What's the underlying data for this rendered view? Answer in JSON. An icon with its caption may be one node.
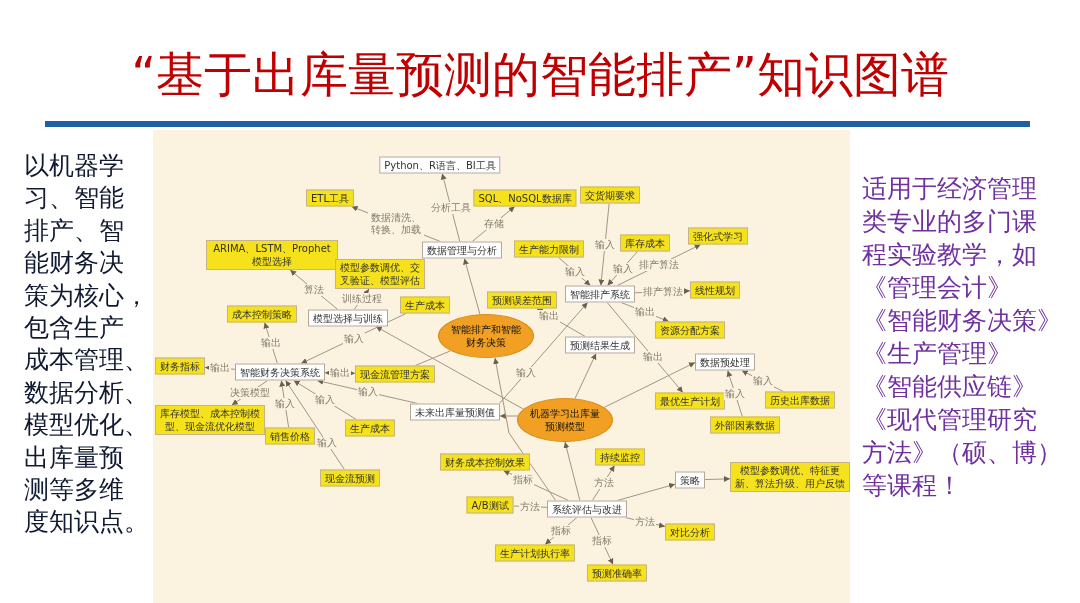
{
  "diagram": {
    "title": "“基于出库量预测的智能排产”知识图谱",
    "nodes": [
      {
        "text": [
          "智能排产和智能财务决策"
        ]
      },
      {
        "text": [
          "机器学习出库量预测模型"
        ]
      },
      {
        "text": [
          "Python、R语言、BI工具"
        ]
      },
      {
        "text": [
          "数据管理与分析"
        ]
      },
      {
        "text": [
          "SQL、NoSQL数据库"
        ]
      },
      {
        "text": [
          "ETL工具"
        ]
      },
      {
        "text": [
          "ARIMA、LSTM、Prophet模型选择"
        ]
      },
      {
        "text": [
          "模型参数调优、交叉验证、模型评估"
        ]
      },
      {
        "text": [
          "模型选择与训练"
        ]
      },
      {
        "text": [
          "成本控制策略"
        ]
      },
      {
        "text": [
          "生产成本"
        ]
      },
      {
        "text": [
          "智能财务决策系统"
        ]
      },
      {
        "text": [
          "财务指标"
        ]
      },
      {
        "text": [
          "现金流管理方案"
        ]
      },
      {
        "text": [
          "库存模型、成本控制模型、现金流优化模型"
        ]
      },
      {
        "text": [
          "销售价格"
        ]
      },
      {
        "text": [
          "生产成本"
        ]
      },
      {
        "text": [
          "现金流预测"
        ]
      },
      {
        "text": [
          "未来出库量预测值"
        ]
      },
      {
        "text": [
          "预测结果生成"
        ]
      },
      {
        "text": [
          "预测误差范围"
        ]
      },
      {
        "text": [
          "智能排产系统"
        ]
      },
      {
        "text": [
          "交货期要求"
        ]
      },
      {
        "text": [
          "生产能力限制"
        ]
      },
      {
        "text": [
          "库存成本"
        ]
      },
      {
        "text": [
          "强化式学习"
        ]
      },
      {
        "text": [
          "线性规划"
        ]
      },
      {
        "text": [
          "资源分配方案"
        ]
      },
      {
        "text": [
          "最优生产计划"
        ]
      },
      {
        "text": [
          "数据预处理"
        ]
      },
      {
        "text": [
          "历史出库数据"
        ]
      },
      {
        "text": [
          "外部因素数据"
        ]
      },
      {
        "text": [
          "财务成本控制效果"
        ]
      },
      {
        "text": [
          "持续监控"
        ]
      },
      {
        "text": [
          "策略"
        ]
      },
      {
        "text": [
          "模型参数调优、特征更新、算法升级、用户反馈"
        ]
      },
      {
        "text": [
          "系统评估与改进"
        ]
      },
      {
        "text": [
          "A/B测试"
        ]
      },
      {
        "text": [
          "对比分析"
        ]
      },
      {
        "text": [
          "生产计划执行率"
        ]
      },
      {
        "text": [
          "预测准确率"
        ]
      }
    ],
    "edges": [
      {
        "from": 3,
        "to": 2,
        "arrow": "to",
        "label": "分析工具"
      },
      {
        "from": 3,
        "to": 5,
        "arrow": "to",
        "label": "数据清洗、转换、加载"
      },
      {
        "from": 3,
        "to": 4,
        "arrow": "to",
        "label": "存储"
      },
      {
        "from": 0,
        "to": 3,
        "arrow": "to"
      },
      {
        "from": 8,
        "to": 6,
        "arrow": "to",
        "label": "算法"
      },
      {
        "from": 8,
        "to": 7,
        "arrow": "to",
        "label": "训练过程"
      },
      {
        "from": 1,
        "to": 8,
        "arrow": "to"
      },
      {
        "from": 11,
        "to": 9,
        "arrow": "to",
        "label": "输出"
      },
      {
        "from": 10,
        "to": 11,
        "arrow": "to",
        "label": "输入"
      },
      {
        "from": 11,
        "to": 12,
        "arrow": "to",
        "label": "输出"
      },
      {
        "from": 11,
        "to": 13,
        "arrow": "both",
        "label": "输出"
      },
      {
        "from": 0,
        "to": 13,
        "arrow": "none"
      },
      {
        "from": 11,
        "to": 14,
        "arrow": "to",
        "label": "决策模型"
      },
      {
        "from": 15,
        "to": 11,
        "arrow": "to",
        "label": "输入"
      },
      {
        "from": 16,
        "to": 11,
        "arrow": "to",
        "label": "输入"
      },
      {
        "from": 17,
        "to": 11,
        "arrow": "to",
        "label": "输入"
      },
      {
        "from": 18,
        "to": 11,
        "arrow": "to",
        "label": "输入"
      },
      {
        "from": 1,
        "to": 18,
        "arrow": "to"
      },
      {
        "from": 18,
        "to": 21,
        "arrow": "to",
        "label": "输入"
      },
      {
        "from": 19,
        "to": 20,
        "arrow": "to",
        "label": "输出"
      },
      {
        "from": 1,
        "to": 19,
        "arrow": "to"
      },
      {
        "from": 22,
        "to": 21,
        "arrow": "to",
        "label": "输入"
      },
      {
        "from": 23,
        "to": 21,
        "arrow": "to",
        "label": "输入"
      },
      {
        "from": 24,
        "to": 21,
        "arrow": "to",
        "label": "输入"
      },
      {
        "from": 21,
        "to": 25,
        "arrow": "to",
        "label": "排产算法"
      },
      {
        "from": 21,
        "to": 26,
        "arrow": "to",
        "label": "排产算法"
      },
      {
        "from": 21,
        "to": 27,
        "arrow": "to",
        "label": "输出"
      },
      {
        "from": 21,
        "to": 28,
        "arrow": "to",
        "label": "输出"
      },
      {
        "from": 1,
        "to": 29,
        "arrow": "to"
      },
      {
        "from": 30,
        "to": 29,
        "arrow": "to",
        "label": "输入"
      },
      {
        "from": 31,
        "to": 29,
        "arrow": "to",
        "label": "输入"
      },
      {
        "from": 36,
        "to": 32,
        "arrow": "to",
        "label": "指标"
      },
      {
        "from": 36,
        "to": 33,
        "arrow": "to",
        "label": "方法"
      },
      {
        "from": 36,
        "to": 34,
        "arrow": "to"
      },
      {
        "from": 34,
        "to": 35,
        "arrow": "to"
      },
      {
        "from": 37,
        "to": 36,
        "arrow": "none",
        "label": "方法"
      },
      {
        "from": 36,
        "to": 38,
        "arrow": "to",
        "label": "方法"
      },
      {
        "from": 36,
        "to": 39,
        "arrow": "to",
        "label": "指标"
      },
      {
        "from": 36,
        "to": 40,
        "arrow": "to",
        "label": "指标"
      },
      {
        "from": 36,
        "to": 0,
        "arrow": "to"
      },
      {
        "from": 36,
        "to": 1,
        "arrow": "to"
      }
    ],
    "labels": [
      "以机器学习、智能排产、智能财务决策为核心，包含生产成本管理、数据分析、模型优化、出库量预测等多维度知识点。",
      "适用于经济管理类专业的多门课程实验教学，如《管理会计》《智能财务决策》《生产管理》《智能供应链》《现代管理研究方法》（硕、博）等课程！"
    ]
  }
}
